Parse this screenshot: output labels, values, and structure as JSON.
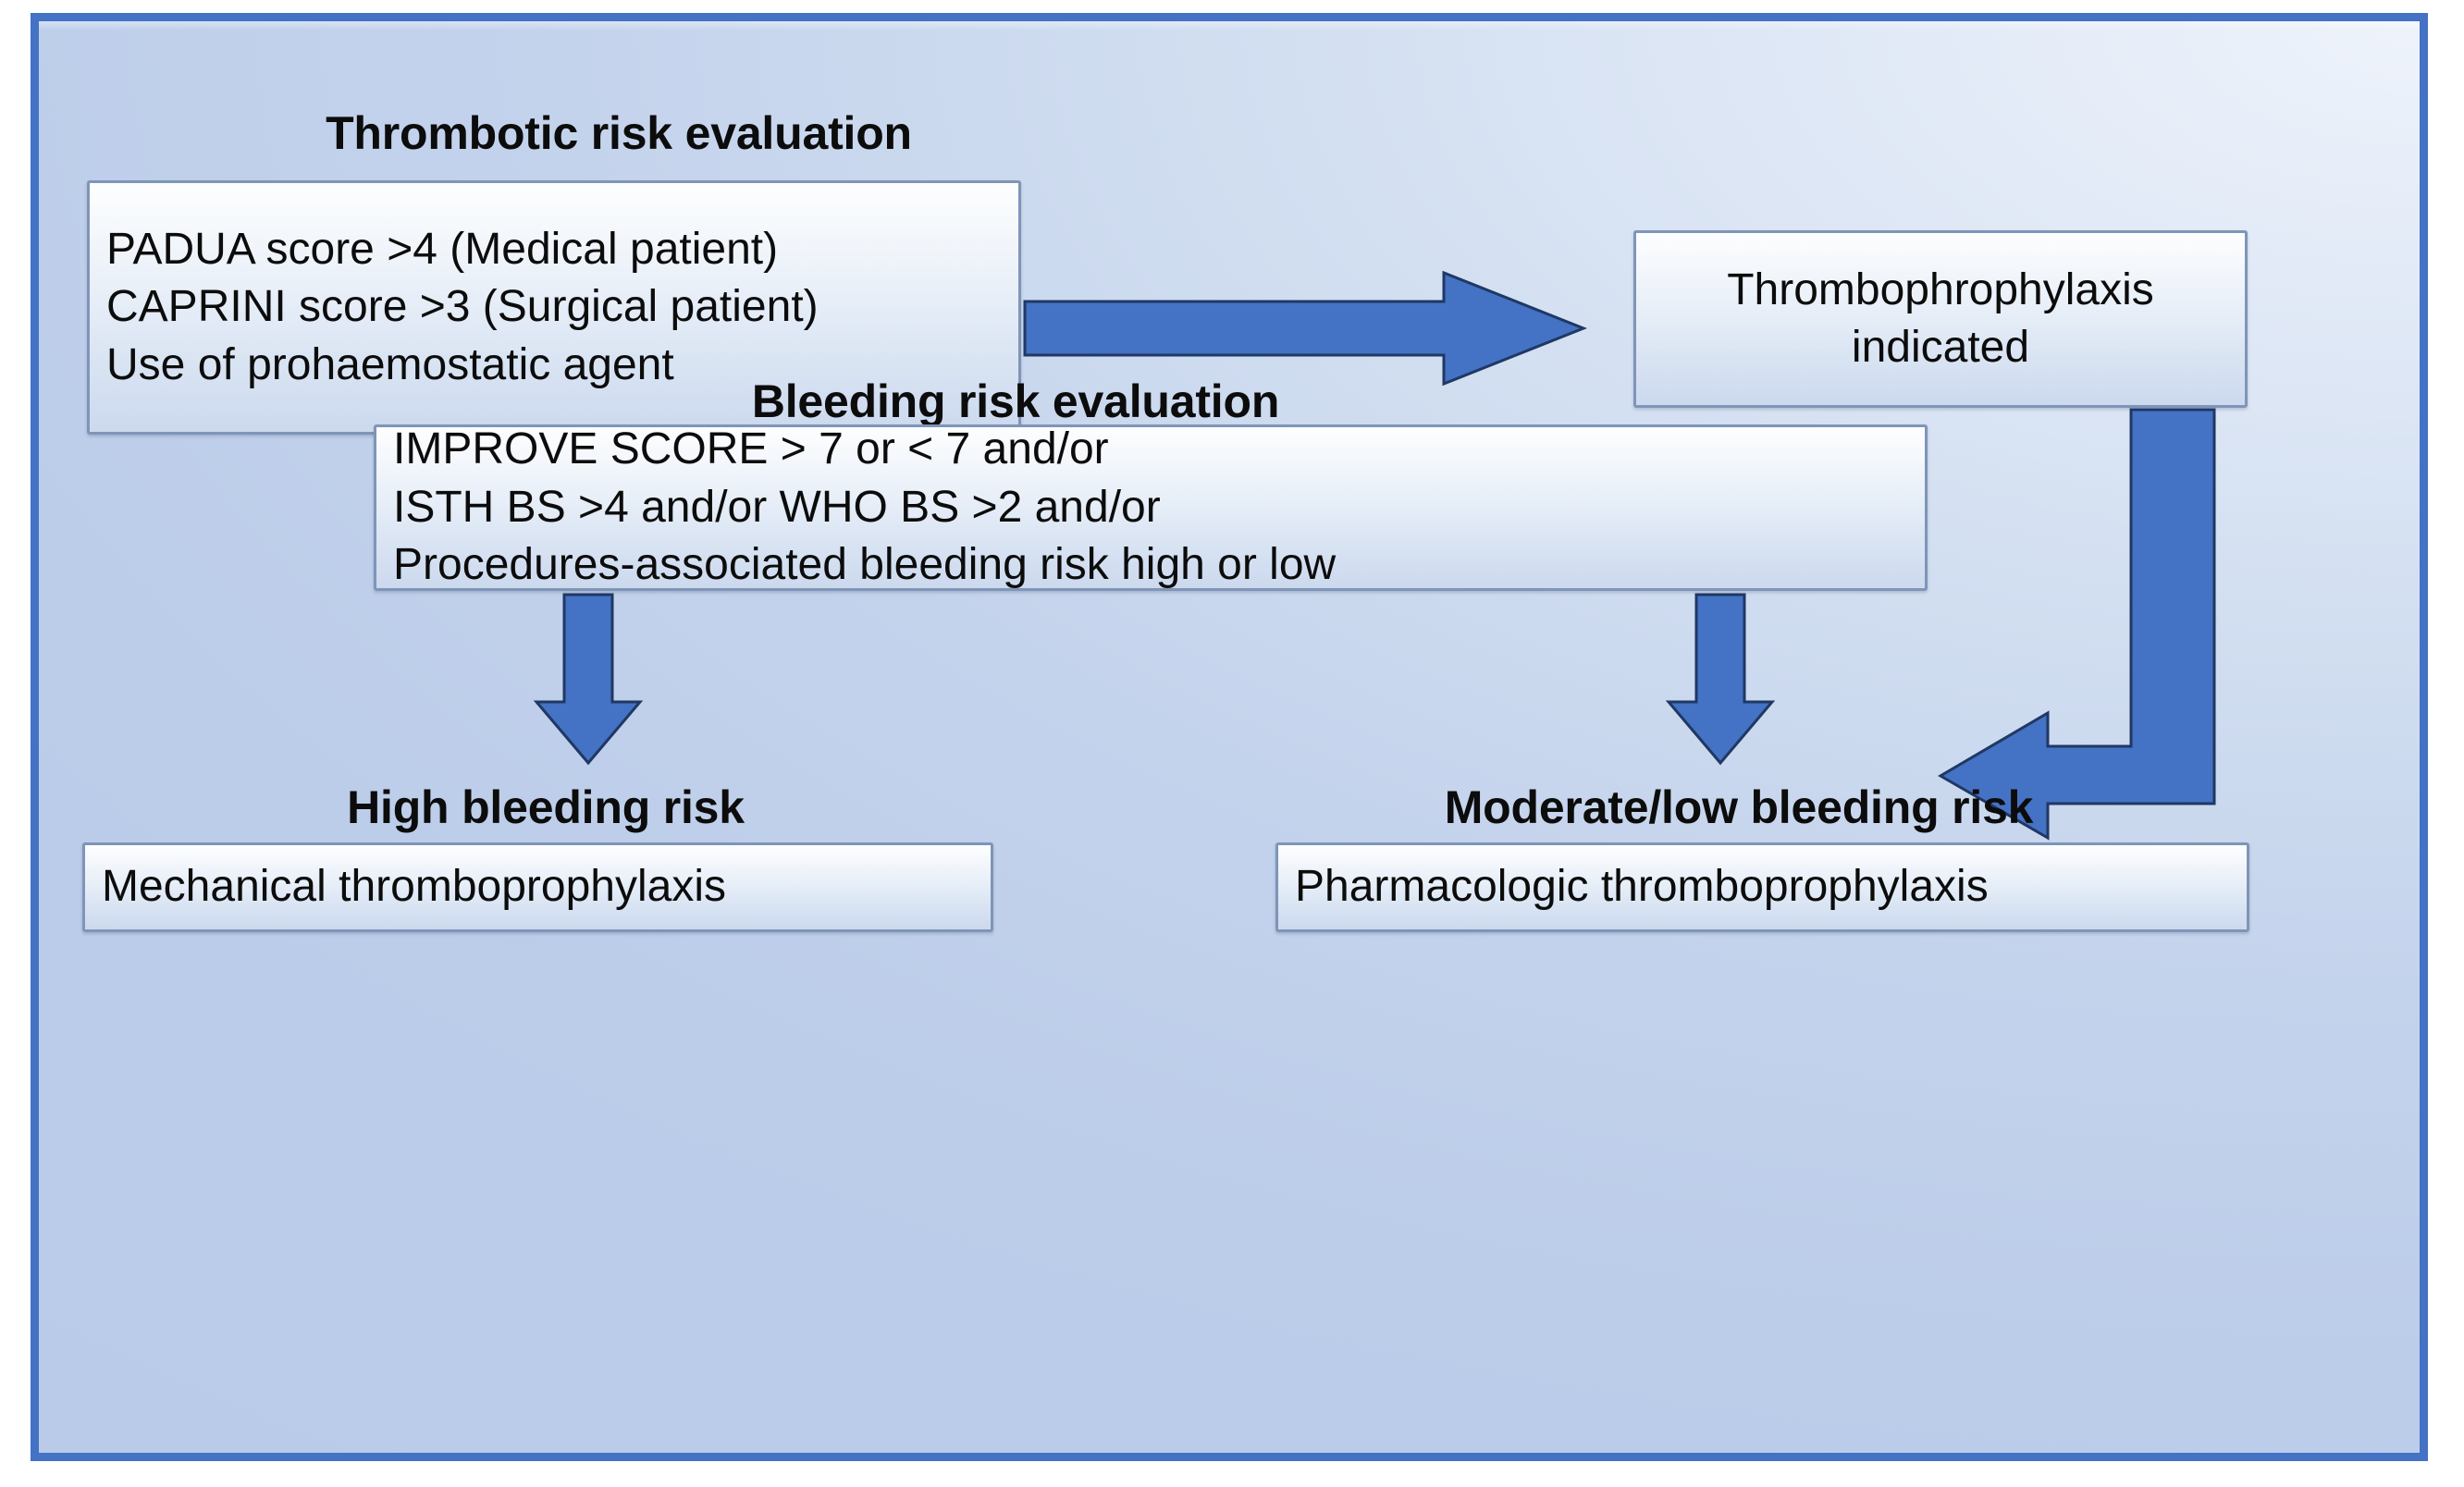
{
  "figure": {
    "type": "clinical-decision-flowchart",
    "border_color": "#4472C4",
    "background_color": "#c4d3ec",
    "arrow_color": "#4472C4",
    "arrow_outline_color": "#1F3864",
    "box_border_color": "#7f95b8"
  },
  "headings": {
    "thrombotic": "Thrombotic risk evaluation",
    "bleeding": "Bleeding risk evaluation",
    "high_risk": "High bleeding risk",
    "moderate_low_risk": "Moderate/low bleeding risk"
  },
  "boxes": {
    "thrombotic_criteria": {
      "lines": [
        "PADUA score >4 (Medical patient)",
        "CAPRINI score >3 (Surgical patient)",
        "Use of prohaemostatic agent"
      ]
    },
    "thromboprophylaxis_indicated": {
      "lines": [
        "Thrombophrophylaxis",
        "indicated"
      ]
    },
    "bleeding_criteria": {
      "lines": [
        "IMPROVE SCORE > 7 or < 7 and/or",
        "ISTH BS >4 and/or WHO BS >2 and/or",
        "Procedures-associated bleeding risk high or low"
      ]
    },
    "mechanical": {
      "lines": [
        "Mechanical thromboprophylaxis"
      ]
    },
    "pharmacologic": {
      "lines": [
        "Pharmacologic thromboprophylaxis"
      ]
    }
  },
  "arrows": {
    "thrombotic_to_indicated": "arrow-right-icon",
    "indicated_to_bleeding": "elbow-arrow-down-left-icon",
    "bleeding_to_high": "arrow-down-icon",
    "bleeding_to_moderate": "arrow-down-icon"
  }
}
